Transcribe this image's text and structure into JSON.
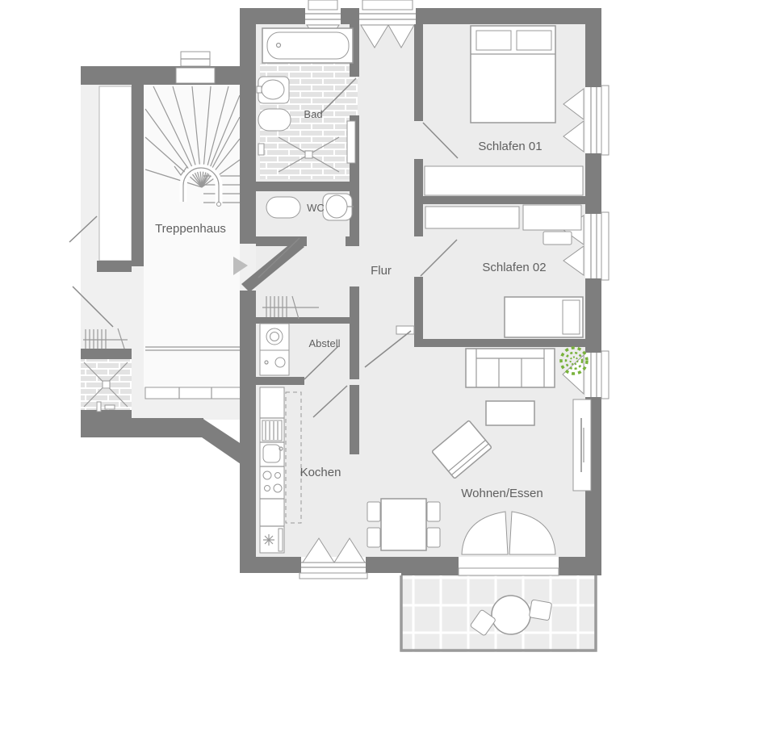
{
  "colors": {
    "wall": "#7e7e7e",
    "floor": "#ececec",
    "floor_outside": "#f0f0f0",
    "floor_stairs": "#fafafa",
    "tile": "#e3e3e3",
    "tile_grout": "#ffffff",
    "outline": "#999999",
    "outline_dark": "#8a8a8a",
    "label": "#5f5f5f",
    "plant": "#79b23c",
    "arrow": "#bdbdbd",
    "background": "#ffffff"
  },
  "rooms": {
    "treppenhaus": "Treppenhaus",
    "bad": "Bad",
    "wc": "WC",
    "flur": "Flur",
    "schlafen01": "Schlafen 01",
    "schlafen02": "Schlafen 02",
    "abstell": "Abstell",
    "kochen": "Kochen",
    "wohnen_essen": "Wohnen/Essen"
  }
}
